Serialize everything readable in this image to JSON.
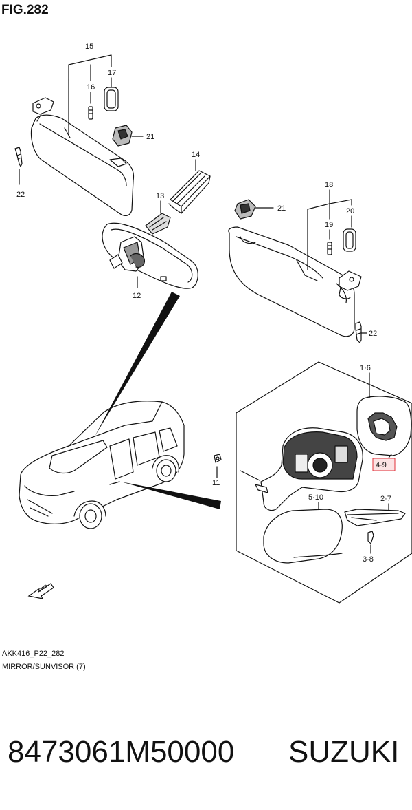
{
  "figure": {
    "title": "FIG.282",
    "callouts": {
      "c15": "15",
      "c16": "16",
      "c17": "17",
      "c21a": "21",
      "c22a": "22",
      "c14": "14",
      "c13": "13",
      "c12": "12",
      "c18": "18",
      "c20": "20",
      "c19": "19",
      "c21b": "21",
      "c22b": "22",
      "c1_6": "1·6",
      "c4_9": "4·9",
      "c11": "11",
      "c5_10": "5·10",
      "c2_7": "2·7",
      "c3_8": "3·8"
    },
    "fwd_label": "FWD",
    "highlight_color": "#e0303a"
  },
  "caption": {
    "code": "AKK416_P22_282",
    "name": "MIRROR/SUNVISOR (7)"
  },
  "footer": {
    "part_number": "8473061M50000",
    "brand": "SUZUKI"
  }
}
